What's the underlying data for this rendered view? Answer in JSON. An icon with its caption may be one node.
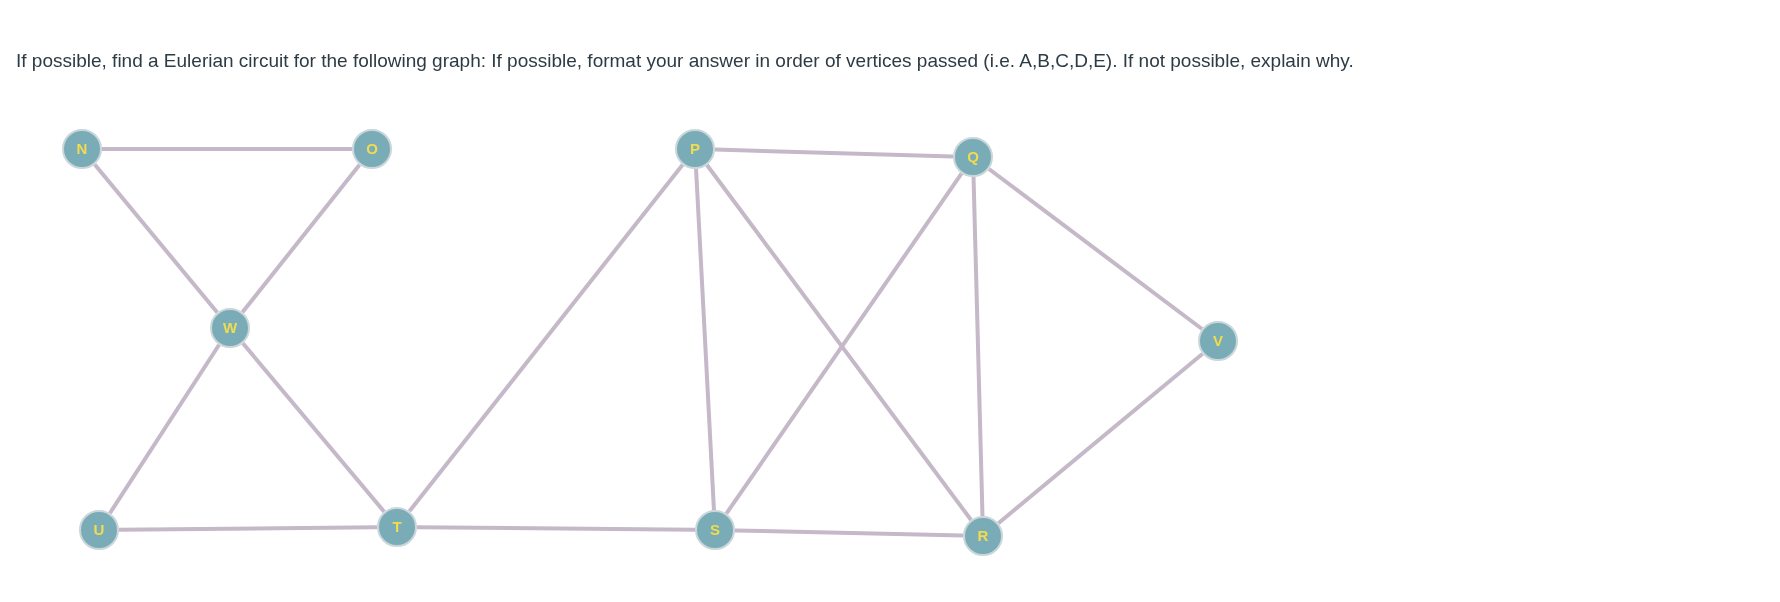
{
  "diagram": {
    "title": "If possible, find a Eulerian circuit for the following graph: If possible, format your answer in order of vertices passed (i.e. A,B,C,D,E). If not possible, explain why.",
    "nodes": [
      {
        "text": [
          "N"
        ]
      },
      {
        "text": [
          "O"
        ]
      },
      {
        "text": [
          "P"
        ]
      },
      {
        "text": [
          "Q"
        ]
      },
      {
        "text": [
          "W"
        ]
      },
      {
        "text": [
          "V"
        ]
      },
      {
        "text": [
          "U"
        ]
      },
      {
        "text": [
          "T"
        ]
      },
      {
        "text": [
          "S"
        ]
      },
      {
        "text": [
          "R"
        ]
      }
    ],
    "edges": [
      {
        "from": 0,
        "to": 1,
        "arrow": "none"
      },
      {
        "from": 0,
        "to": 4,
        "arrow": "none"
      },
      {
        "from": 1,
        "to": 4,
        "arrow": "none"
      },
      {
        "from": 4,
        "to": 6,
        "arrow": "none"
      },
      {
        "from": 4,
        "to": 7,
        "arrow": "none"
      },
      {
        "from": 6,
        "to": 7,
        "arrow": "none"
      },
      {
        "from": 7,
        "to": 2,
        "arrow": "none"
      },
      {
        "from": 7,
        "to": 8,
        "arrow": "none"
      },
      {
        "from": 2,
        "to": 3,
        "arrow": "none"
      },
      {
        "from": 2,
        "to": 8,
        "arrow": "none"
      },
      {
        "from": 2,
        "to": 9,
        "arrow": "none"
      },
      {
        "from": 3,
        "to": 8,
        "arrow": "none"
      },
      {
        "from": 3,
        "to": 9,
        "arrow": "none"
      },
      {
        "from": 3,
        "to": 5,
        "arrow": "none"
      },
      {
        "from": 5,
        "to": 9,
        "arrow": "none"
      },
      {
        "from": 8,
        "to": 9,
        "arrow": "none"
      }
    ]
  }
}
